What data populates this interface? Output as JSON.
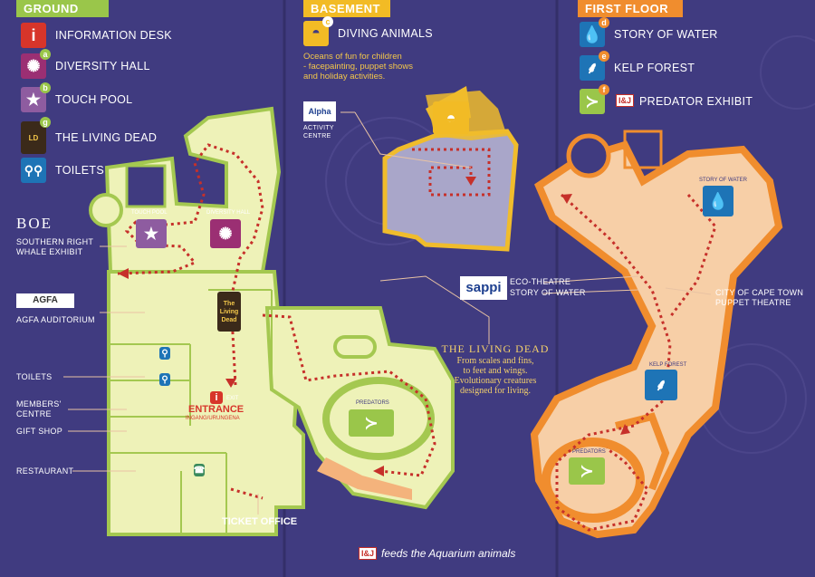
{
  "ground": {
    "header": "GROUND",
    "legend": [
      {
        "letter": "i",
        "label": "INFORMATION DESK"
      },
      {
        "letter": "a",
        "label": "DIVERSITY HALL"
      },
      {
        "letter": "b",
        "label": "TOUCH POOL"
      },
      {
        "letter": "g",
        "label": "THE LIVING DEAD"
      },
      {
        "letter": "",
        "label": "TOILETS"
      }
    ],
    "boe_logo": "BOE",
    "labels": {
      "whale": "SOUTHERN RIGHT\nWHALE EXHIBIT",
      "agfa_logo": "AGFA",
      "agfa": "AGFA AUDITORIUM",
      "toilets": "TOILETS",
      "members": "MEMBERS'\nCENTRE",
      "gift": "GIFT SHOP",
      "restaurant": "RESTAURANT",
      "ticket": "TICKET OFFICE",
      "entrance": "ENTRANCE",
      "entrance_sub": "INGANG/URUNGENA",
      "exit": "EXIT",
      "touch_pool": "TOUCH POOL",
      "diversity_hall": "DIVERSITY HALL",
      "predators": "PREDATORS",
      "living_dead_badge": "The Living Dead"
    },
    "living_dead": {
      "title": "THE LIVING DEAD",
      "text": "From scales and fins,\nto feet and wings.\nEvolutionary creatures\ndesigned for living."
    }
  },
  "basement": {
    "header": "BASEMENT",
    "legend": [
      {
        "letter": "c",
        "label": "DIVING ANIMALS"
      }
    ],
    "caption": "Oceans of fun for children\n- facepainting, puppet shows\nand holiday activities.",
    "alpha_logo": "Alpha",
    "alpha_label": "ACTIVITY\nCENTRE"
  },
  "first_floor": {
    "header": "FIRST FLOOR",
    "legend": [
      {
        "letter": "d",
        "label": "STORY OF WATER"
      },
      {
        "letter": "e",
        "label": "KELP FOREST"
      },
      {
        "letter": "f",
        "label": "PREDATOR EXHIBIT"
      }
    ],
    "i_and_j": "I&J",
    "sappi_logo": "sappi",
    "eco_theatre": "ECO-THEATRE",
    "story_water": "STORY OF WATER",
    "city": "CITY OF CAPE TOWN\nPUPPET THEATRE",
    "story_water_badge": "STORY OF WATER",
    "kelp_badge": "KELP FOREST",
    "predators_badge": "PREDATORS"
  },
  "footer": {
    "ij": "I&J",
    "text": "feeds the Aquarium animals"
  },
  "colors": {
    "background": "#403b80",
    "ground_floor": "#eef2b8",
    "ground_border": "#a4c850",
    "basement_floor": "#a9a6c9",
    "basement_border": "#f0bc2c",
    "first_floor": "#f7cfa7",
    "first_border": "#f08d2e",
    "info_red": "#d7352a",
    "diversity_purple": "#9b2f73",
    "touch_purple": "#8e5ca0",
    "water_blue": "#1e74b6",
    "predator_green": "#9ac64a"
  }
}
